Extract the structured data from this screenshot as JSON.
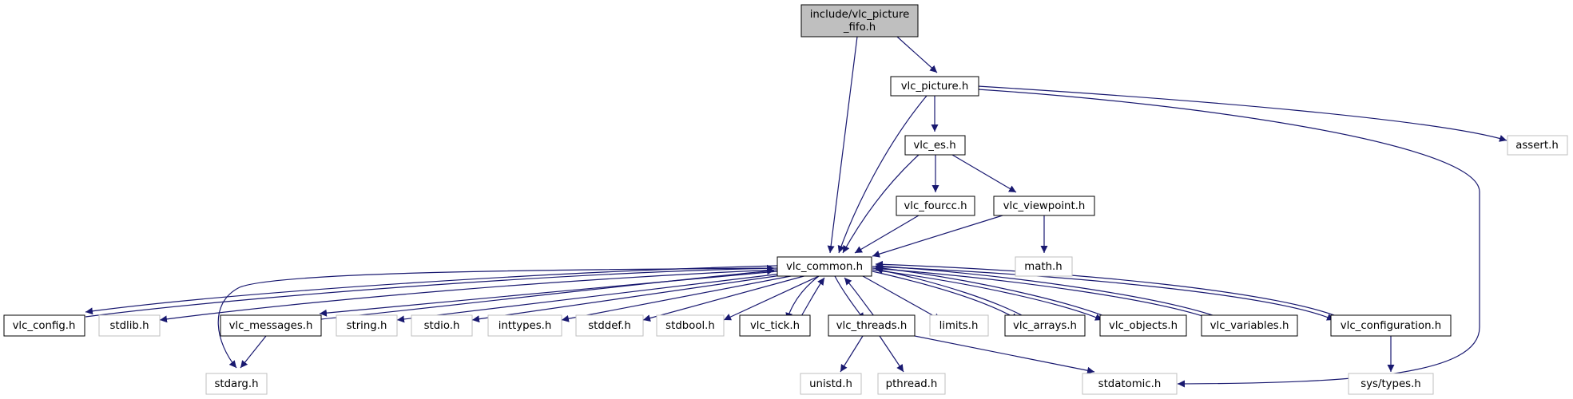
{
  "diagram": {
    "type": "include-dependency-graph",
    "colors": {
      "edge": "#191970",
      "node_border": "#000000",
      "external_border": "#bfbfbf",
      "root_fill": "#bfbfbf",
      "node_fill": "#ffffff"
    },
    "nodes": {
      "root": {
        "lines": [
          "include/vlc_picture",
          "_fifo.h"
        ]
      },
      "vlc_picture": {
        "label": "vlc_picture.h"
      },
      "assert": {
        "label": "assert.h"
      },
      "vlc_es": {
        "label": "vlc_es.h"
      },
      "vlc_fourcc": {
        "label": "vlc_fourcc.h"
      },
      "vlc_viewpoint": {
        "label": "vlc_viewpoint.h"
      },
      "math": {
        "label": "math.h"
      },
      "vlc_common": {
        "label": "vlc_common.h"
      },
      "vlc_config": {
        "label": "vlc_config.h"
      },
      "stdlib": {
        "label": "stdlib.h"
      },
      "vlc_messages": {
        "label": "vlc_messages.h"
      },
      "string": {
        "label": "string.h"
      },
      "stdio": {
        "label": "stdio.h"
      },
      "inttypes": {
        "label": "inttypes.h"
      },
      "stddef": {
        "label": "stddef.h"
      },
      "stdbool": {
        "label": "stdbool.h"
      },
      "vlc_tick": {
        "label": "vlc_tick.h"
      },
      "vlc_threads": {
        "label": "vlc_threads.h"
      },
      "limits": {
        "label": "limits.h"
      },
      "vlc_arrays": {
        "label": "vlc_arrays.h"
      },
      "vlc_objects": {
        "label": "vlc_objects.h"
      },
      "vlc_variables": {
        "label": "vlc_variables.h"
      },
      "vlc_configuration": {
        "label": "vlc_configuration.h"
      },
      "stdarg": {
        "label": "stdarg.h"
      },
      "unistd": {
        "label": "unistd.h"
      },
      "pthread": {
        "label": "pthread.h"
      },
      "stdatomic": {
        "label": "stdatomic.h"
      },
      "sys_types": {
        "label": "sys/types.h"
      }
    }
  }
}
